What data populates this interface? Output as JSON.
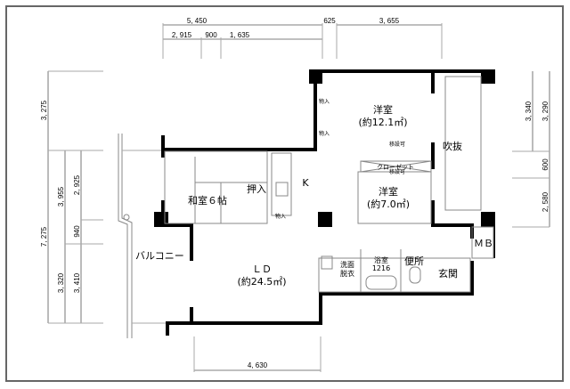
{
  "rooms": {
    "western_room_1": {
      "name": "洋室",
      "area": "(約12.1㎡)"
    },
    "western_room_2": {
      "name": "洋室",
      "area": "(約7.0㎡)"
    },
    "japanese_room": "和室６帖",
    "oshiire": "押入",
    "kitchen": "K",
    "ld": {
      "name": "ＬＤ",
      "area": "(約24.5㎡)"
    },
    "balcony": "バルコニー",
    "fukinuke": "吹抜",
    "mb": "ＭＢ",
    "bath": {
      "name": "浴室",
      "size": "1216"
    },
    "washroom": {
      "line1": "洗面",
      "line2": "脱衣"
    },
    "toilet": "便所",
    "entrance": "玄関",
    "closet": "クローゼット",
    "storage": "物入",
    "movable_wall": "移設可"
  },
  "dimensions": {
    "top_row1": [
      "5, 450",
      "625",
      "3, 655"
    ],
    "top_row2": [
      "2, 915",
      "900",
      "1, 635"
    ],
    "left_outer": [
      "3, 275",
      "7, 275"
    ],
    "left_mid": [
      "3, 955",
      "3, 320"
    ],
    "left_inner": [
      "2, 925",
      "940",
      "3, 410"
    ],
    "right_inner": [
      "3, 340"
    ],
    "right_outer": [
      "3, 290",
      "600",
      "2, 580"
    ],
    "bottom": [
      "4, 630"
    ]
  }
}
